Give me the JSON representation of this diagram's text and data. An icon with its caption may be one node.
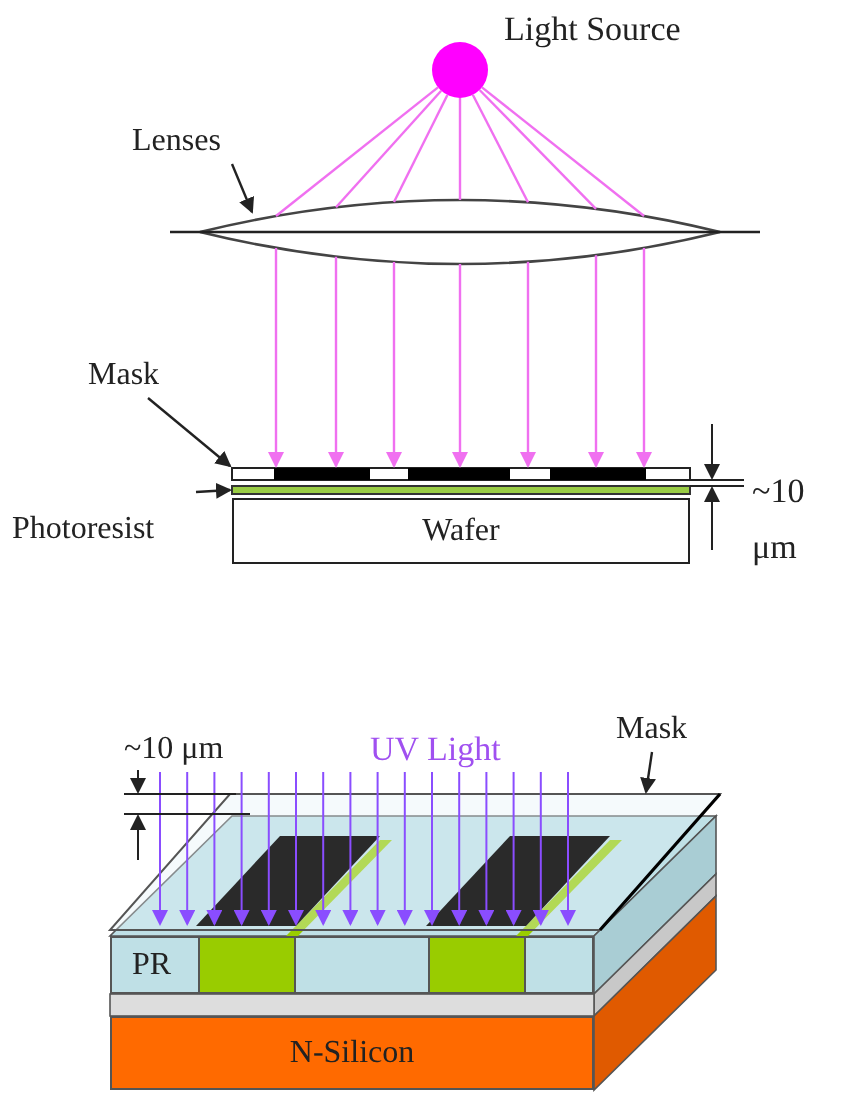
{
  "diagram": {
    "nodes": [
      {
        "text": [],
        "shape": "circle",
        "beside": [
          "Light Source"
        ]
      },
      {
        "text": [
          "Lenses"
        ]
      },
      {
        "text": [],
        "shape": "ellipse"
      },
      {
        "text": [
          "Mask"
        ]
      },
      {
        "text": [],
        "shape": "bar"
      },
      {
        "text": [
          "Photoresist"
        ]
      },
      {
        "text": [],
        "shape": "bar"
      },
      {
        "text": [
          "Wafer"
        ]
      },
      {
        "text": [
          "Mask"
        ]
      },
      {
        "text": [],
        "shape": "bar"
      },
      {
        "text": [
          "PR"
        ]
      },
      {
        "text": [
          "N-Silicon"
        ]
      }
    ],
    "edges": [
      {
        "from": 1,
        "to": 2,
        "arrow": "to",
        "color": "#222222"
      },
      {
        "from": 3,
        "to": 4,
        "arrow": "to",
        "color": "#222222"
      },
      {
        "from": 5,
        "to": 6,
        "arrow": "to",
        "color": "#222222"
      },
      {
        "from": 8,
        "to": 9,
        "arrow": "to",
        "color": "#222222"
      },
      {
        "from": 0,
        "to": 2,
        "arrow": "none"
      },
      {
        "from": 0,
        "to": 2,
        "arrow": "none"
      },
      {
        "from": 0,
        "to": 2,
        "arrow": "none"
      },
      {
        "from": 0,
        "to": 2,
        "arrow": "none"
      },
      {
        "from": 0,
        "to": 2,
        "arrow": "none"
      },
      {
        "from": 0,
        "to": 2,
        "arrow": "none"
      },
      {
        "from": 0,
        "to": 2,
        "arrow": "none"
      },
      {
        "from": 2,
        "to": 4,
        "arrow": "to"
      },
      {
        "from": 2,
        "to": 4,
        "arrow": "to"
      },
      {
        "from": 2,
        "to": 4,
        "arrow": "to"
      },
      {
        "from": 2,
        "to": 4,
        "arrow": "to"
      },
      {
        "from": 2,
        "to": 4,
        "arrow": "to"
      },
      {
        "from": 2,
        "to": 4,
        "arrow": "to"
      },
      {
        "from": 2,
        "to": 4,
        "arrow": "to"
      }
    ],
    "labels": [
      "~10 μm",
      "~10 μm",
      "UV Light"
    ]
  }
}
